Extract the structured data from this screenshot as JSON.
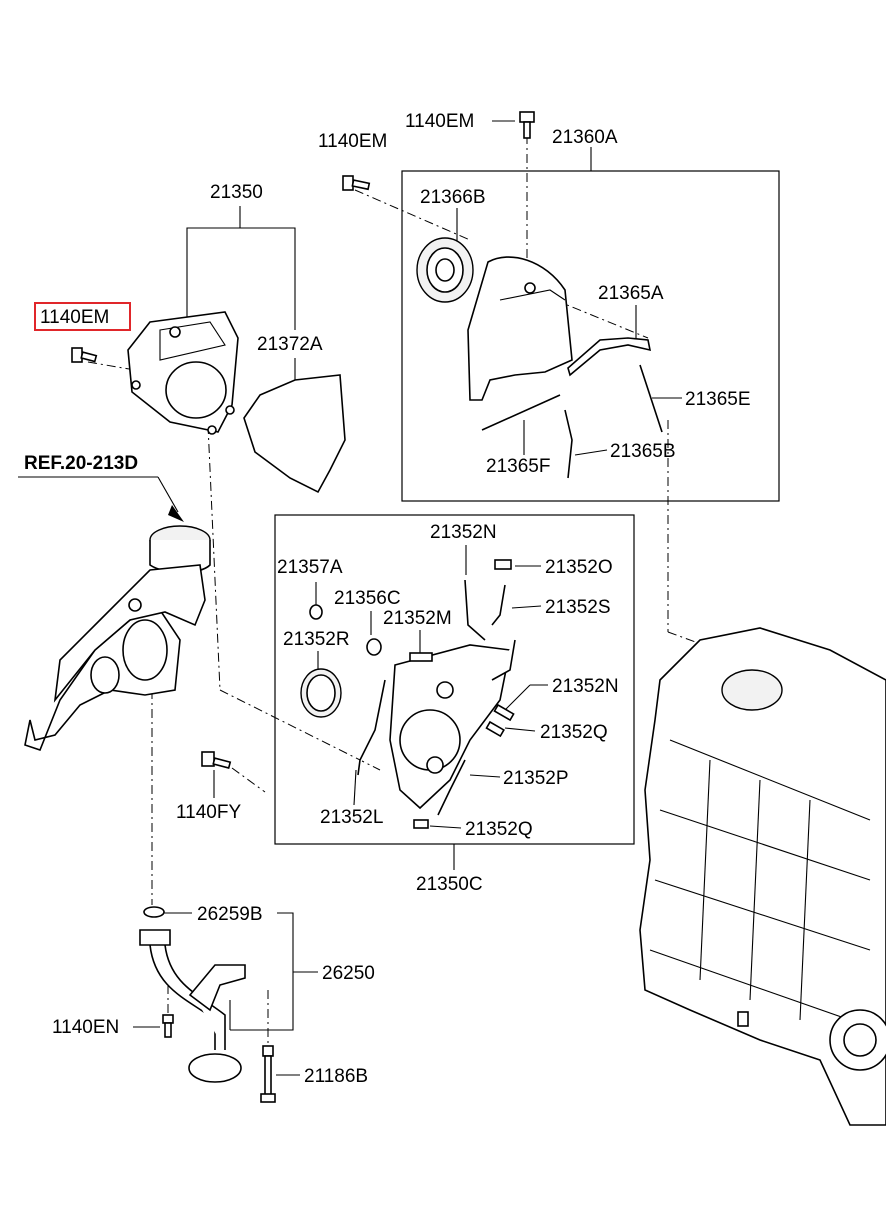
{
  "labels": {
    "l_1140em_top": "1140EM",
    "l_21360a": "21360A",
    "l_1140em_mid": "1140EM",
    "l_21350": "21350",
    "l_21366b": "21366B",
    "l_21365a": "21365A",
    "l_1140em_hl": "1140EM",
    "l_21372a": "21372A",
    "l_21365e": "21365E",
    "l_ref": "REF.20-213D",
    "l_21365f": "21365F",
    "l_21365b": "21365B",
    "l_21352n_top": "21352N",
    "l_21357a": "21357A",
    "l_21352o": "21352O",
    "l_21356c": "21356C",
    "l_21352s": "21352S",
    "l_21352m": "21352M",
    "l_21352r": "21352R",
    "l_21352n_mid": "21352N",
    "l_21352q_mid": "21352Q",
    "l_21352p": "21352P",
    "l_1140fy": "1140FY",
    "l_21352l": "21352L",
    "l_21352q_bot": "21352Q",
    "l_21350c": "21350C",
    "l_26259b": "26259B",
    "l_26250": "26250",
    "l_1140en": "1140EN",
    "l_21186b": "21186B"
  },
  "highlight_color": "#e0262a"
}
